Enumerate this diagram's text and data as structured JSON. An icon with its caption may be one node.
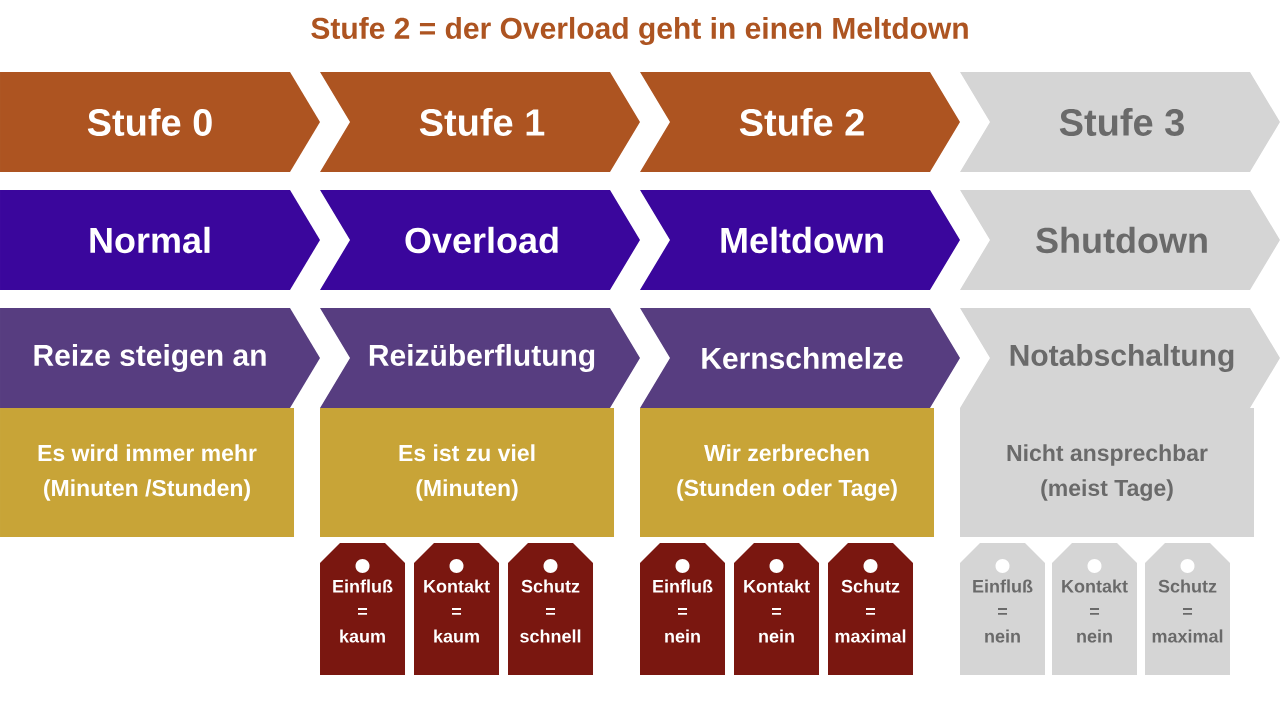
{
  "diagram": {
    "title": "Stufe 2 = der Overload geht in einen Meltdown",
    "nodes": [
      {
        "text": [
          "Stufe 0"
        ]
      },
      {
        "text": [
          "Stufe 1"
        ]
      },
      {
        "text": [
          "Stufe 2"
        ]
      },
      {
        "text": [
          "Stufe 3"
        ]
      },
      {
        "text": [
          "Normal"
        ]
      },
      {
        "text": [
          "Overload"
        ]
      },
      {
        "text": [
          "Meltdown"
        ]
      },
      {
        "text": [
          "Shutdown"
        ]
      },
      {
        "text": [
          "Reize steigen an"
        ]
      },
      {
        "text": [
          "Reizüberflutung"
        ]
      },
      {
        "text": [
          "Kernschmelze"
        ]
      },
      {
        "text": [
          "Notabschaltung"
        ]
      },
      {
        "text": [
          "Es wird immer mehr",
          "(Minuten /Stunden)"
        ]
      },
      {
        "text": [
          "Es ist zu viel",
          "(Minuten)"
        ]
      },
      {
        "text": [
          "Wir zerbrechen",
          "(Stunden oder Tage)"
        ]
      },
      {
        "text": [
          "Nicht ansprechbar",
          "(meist Tage)"
        ]
      },
      {
        "text": [
          "Einfluß",
          "=",
          "kaum"
        ]
      },
      {
        "text": [
          "Kontakt",
          "=",
          "kaum"
        ]
      },
      {
        "text": [
          "Schutz",
          "=",
          "schnell"
        ]
      },
      {
        "text": [
          "Einfluß",
          "=",
          "nein"
        ]
      },
      {
        "text": [
          "Kontakt",
          "=",
          "nein"
        ]
      },
      {
        "text": [
          "Schutz",
          "=",
          "maximal"
        ]
      },
      {
        "text": [
          "Einfluß",
          "=",
          "nein"
        ]
      },
      {
        "text": [
          "Kontakt",
          "=",
          "nein"
        ]
      },
      {
        "text": [
          "Schutz",
          "=",
          "maximal"
        ]
      }
    ],
    "edges": []
  }
}
